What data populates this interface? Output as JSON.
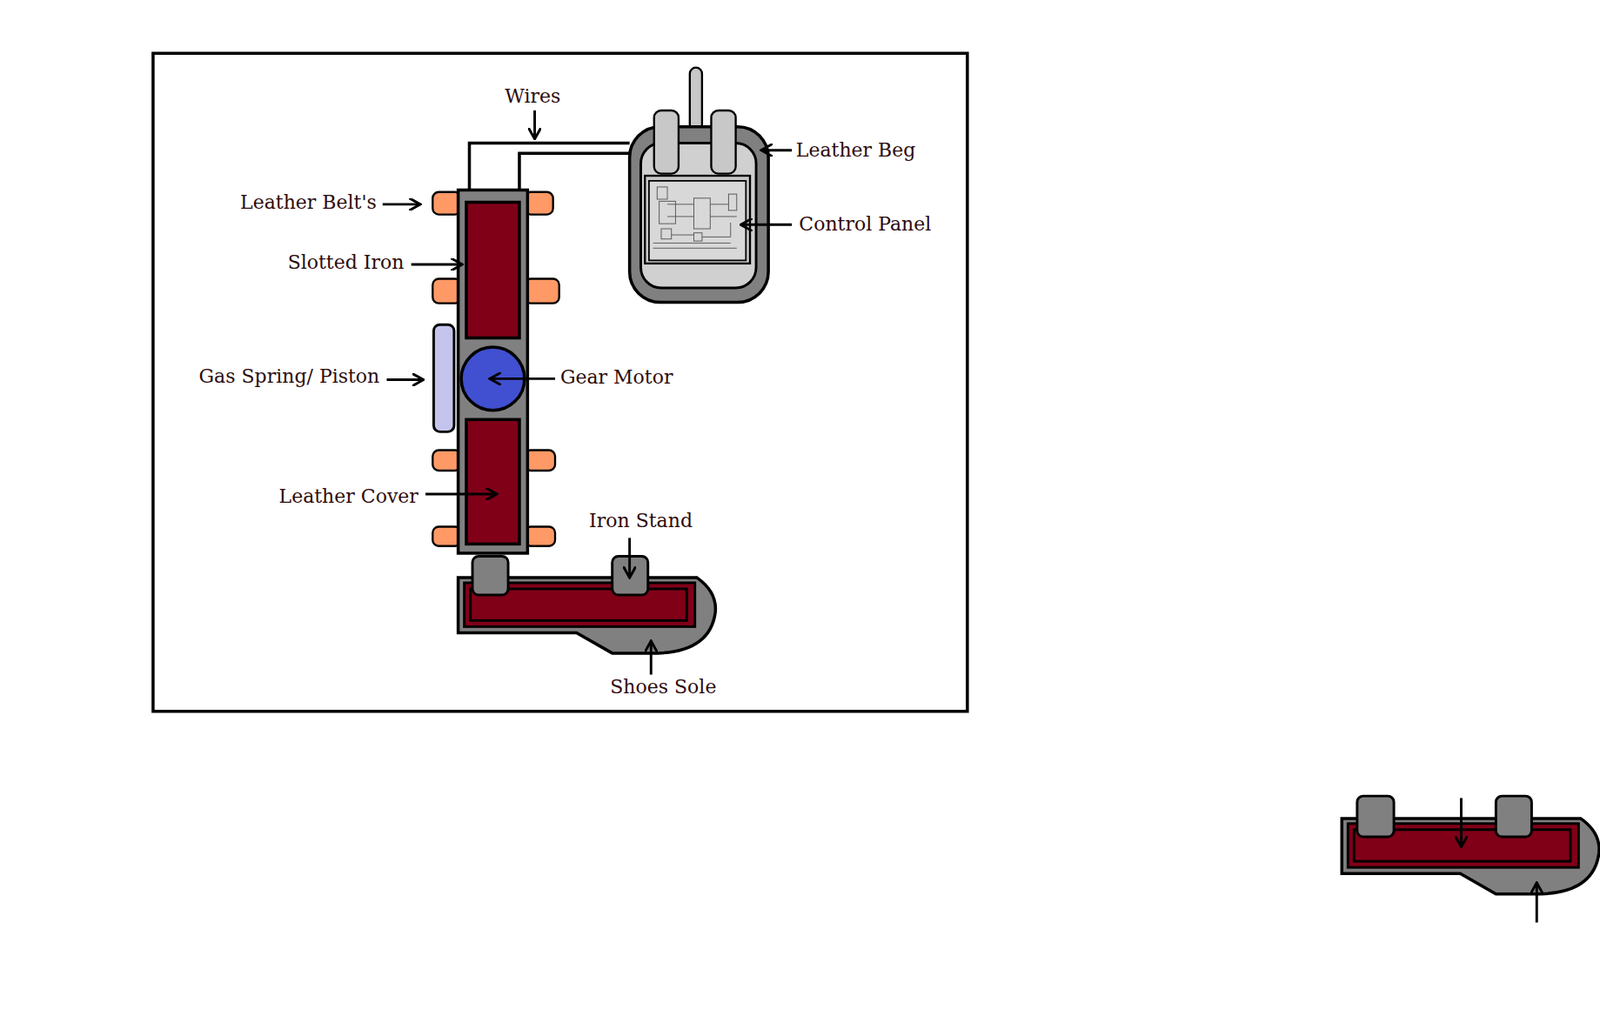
{
  "diagram": {
    "labels": [
      "Wires",
      "Leather Beg",
      "Leather Belt's",
      "Control Panel",
      "Slotted Iron",
      "Gas Spring/ Piston",
      "Gear Motor",
      "Leather Cover",
      "Iron Stand",
      "Shoes Sole"
    ]
  }
}
